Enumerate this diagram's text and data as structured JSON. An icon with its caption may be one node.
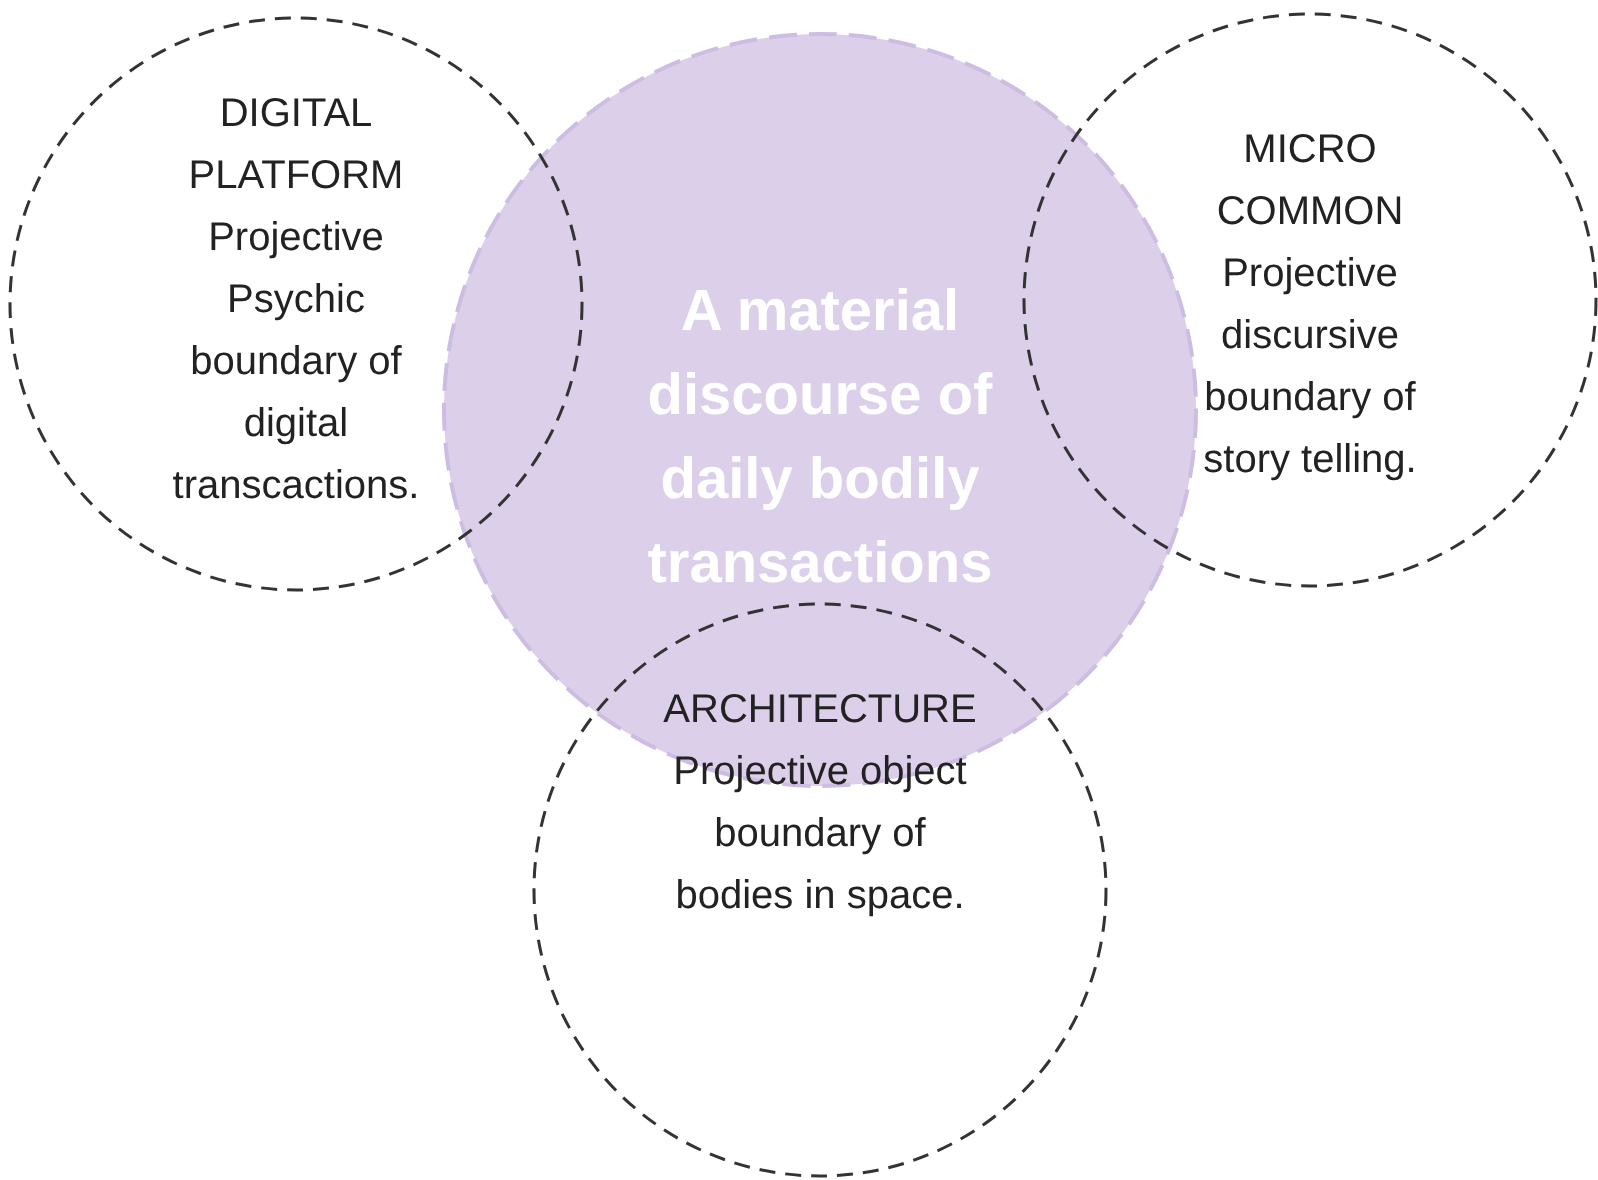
{
  "diagram": {
    "nodes": [
      {
        "text": [
          "A material discourse of daily bodily transactions"
        ]
      },
      {
        "text": [
          "DIGITAL PLATFORM",
          "Projective Psychic boundary of digital transcactions."
        ]
      },
      {
        "text": [
          "MICRO COMMON",
          "Projective discursive boundary of story telling."
        ]
      },
      {
        "text": [
          "ARCHITECTURE",
          "Projective object boundary of bodies in space."
        ]
      }
    ]
  }
}
